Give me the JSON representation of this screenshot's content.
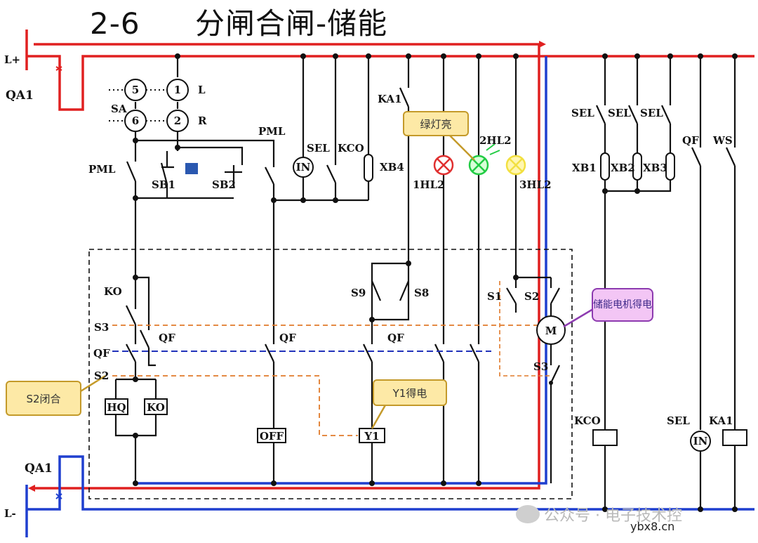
{
  "title": {
    "code": "2-6",
    "text": "分闸合闸-储能"
  },
  "bus": {
    "positive": "L+",
    "negative": "L-",
    "breaker": "QA1"
  },
  "switch_terminals": {
    "t5": "5",
    "t1": "1",
    "t6": "6",
    "t2": "2",
    "sa": "SA",
    "left": "L",
    "right": "R"
  },
  "labels": {
    "pml": "PML",
    "sb1": "SB1",
    "sb2": "SB2",
    "sel": "SEL",
    "kco": "KCO",
    "in": "IN",
    "xb4": "XB4",
    "ka1": "KA1",
    "hl1": "1HL2",
    "hl2": "2HL2",
    "hl3": "3HL2",
    "xb1": "XB1",
    "xb2": "XB2",
    "xb3": "XB3",
    "qf": "QF",
    "ws": "WS",
    "ko": "KO",
    "s3": "S3",
    "s2": "S2",
    "s1": "S1",
    "s9": "S9",
    "s8": "S8",
    "hq": "HQ",
    "off": "OFF",
    "y1": "Y1",
    "motor": "M"
  },
  "callouts": {
    "green_lamp": "绿灯亮",
    "s2_closed": "S2闭合",
    "y1_energized": "Y1得电",
    "motor_energized": "储能电机得电"
  },
  "watermark": {
    "text": "公众号 · 电子技术控",
    "url": "ybx8.cn"
  },
  "colors": {
    "positive_bus": "#e02020",
    "negative_bus": "#1f3fcf",
    "dashed_orange": "#e07a2a",
    "dashed_blue": "#2233bb",
    "green_lamp": "#22cc44",
    "red_lamp": "#e03030",
    "yellow_lamp": "#f2e040"
  }
}
